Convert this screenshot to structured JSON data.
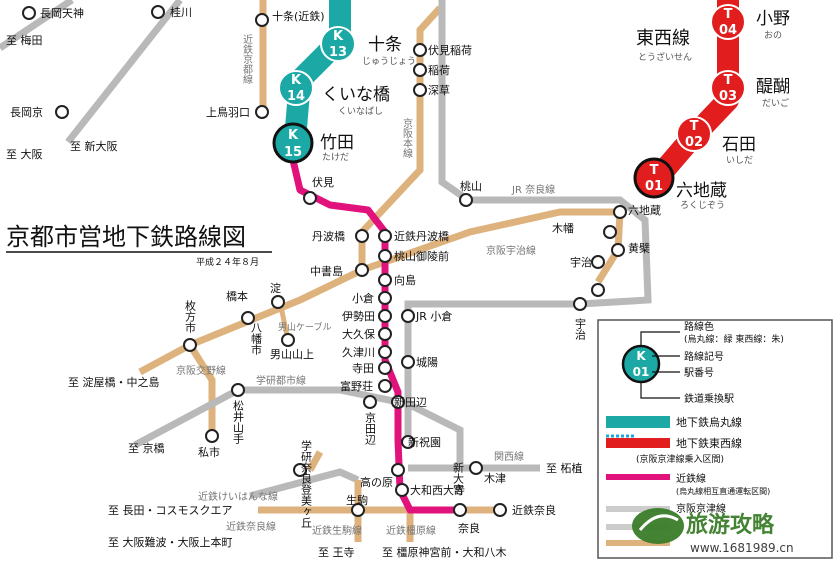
{
  "title": "京都市営地下鉄路線図",
  "date": "平成２４年８月",
  "colors": {
    "karasuma": "#1ca9a6",
    "tozai": "#e21d1d",
    "kintetsu": "#e2127d",
    "jr": "#b9b9b9",
    "keihan": "#deb27c"
  },
  "karasuma_stations": [
    {
      "code": "K",
      "num": "13",
      "name": "十条",
      "reading": "じゅうじょう"
    },
    {
      "code": "K",
      "num": "14",
      "name": "くいな橋",
      "reading": "くいなばし"
    },
    {
      "code": "K",
      "num": "15",
      "name": "竹田",
      "reading": "たけだ"
    }
  ],
  "tozai_line": {
    "name": "東西線",
    "reading": "とうざいせん"
  },
  "tozai_stations": [
    {
      "code": "T",
      "num": "04",
      "name": "小野",
      "reading": "おの"
    },
    {
      "code": "T",
      "num": "03",
      "name": "醍醐",
      "reading": "だいご"
    },
    {
      "code": "T",
      "num": "02",
      "name": "石田",
      "reading": "いしだ"
    },
    {
      "code": "T",
      "num": "01",
      "name": "六地蔵",
      "reading": "ろくじぞう"
    }
  ],
  "stations": {
    "nagaoka_tenjin": "長岡天神",
    "katsuragawa": "桂川",
    "to_umeda": "至 梅田",
    "nagaokakyo": "長岡京",
    "to_osaka": "至 大阪",
    "to_shin_osaka": "至 新大阪",
    "jujo_kintetsu": "十条(近鉄)",
    "kamitoba": "上鳥羽口",
    "fushimi_inari": "伏見稲荷",
    "inari": "稲荷",
    "fukakusa": "深草",
    "fushimi": "伏見",
    "momoyama": "桃山",
    "tambabashi": "丹波橋",
    "kintetsu_tambabashi": "近鉄丹波橋",
    "momoyama_goryomae": "桃山御陵前",
    "chushojima": "中書島",
    "mukaijima": "向島",
    "yodo": "淀",
    "hashimoto": "橋本",
    "hirakatashi": "枚方市",
    "yawatashi": "八幡市",
    "otokoyamayamaue": "男山山上",
    "ogura": "小倉",
    "iseda": "伊勢田",
    "okubo": "大久保",
    "kutsukawa": "久津川",
    "terada": "寺田",
    "tonoshou": "富野荘",
    "jr_ogura": "JR 小倉",
    "joyo": "城陽",
    "shin_tanabe": "新田辺",
    "kyotanabe": "京田辺",
    "kyo_rokujizo": "六地蔵",
    "obaku": "黄檗",
    "kohata": "木幡",
    "uji_keihan": "宇治",
    "uji_jr": "宇治",
    "kisaichi": "私市",
    "matsuiyamate": "松井山手",
    "gakken": "学研奈良登美ヶ丘",
    "shin_hosono": "新祝園",
    "komahara": "高の原",
    "yamato_saidaiji": "大和西大寺",
    "shin_omiya": "新大宮",
    "kizu": "木津",
    "ikoma": "生駒",
    "kintetsu_nara": "近鉄奈良",
    "nara": "奈良",
    "to_yodoyabashi": "至 淀屋橋・中之島",
    "to_kyobashi": "至 京橋",
    "to_nagata": "至 長田・コスモスクエア",
    "to_osaka_namba": "至 大阪難波・大阪上本町",
    "to_oji": "至 王寺",
    "to_kashihara": "至 橿原神宮前・大和八木",
    "to_tsuge": "至 柘植"
  },
  "line_labels": {
    "kintetsu_kyoto": "近鉄京都線",
    "keihan_main": "京阪本線",
    "jr_nara": "JR 奈良線",
    "keihan_uji": "京阪宇治線",
    "otokoyama_cable": "男山ケーブル",
    "keihan_katano": "京阪交野線",
    "gakkentoshi": "学研都市線",
    "kansai": "関西線",
    "kintetsu_keihanna": "近鉄けいはんな線",
    "kintetsu_nara_line": "近鉄奈良線",
    "kintetsu_ikoma": "近鉄生駒線",
    "kintetsu_kashihara": "近鉄橿原線"
  },
  "legend": {
    "line_color": "路線色",
    "line_color_note": "(烏丸線：緑 東西線：朱)",
    "line_symbol": "路線記号",
    "station_number": "駅番号",
    "transfer": "鉄道乗換駅",
    "sample_code": "K",
    "sample_num": "01",
    "karasuma": "地下鉄烏丸線",
    "tozai": "地下鉄東西線",
    "tozai_note": "(京阪京津線乗入区間)",
    "kintetsu": "近鉄線",
    "kintetsu_note": "(烏丸線相互直通運転区間)",
    "keihan": "京阪京津線"
  },
  "watermark": {
    "name": "旅游攻略",
    "url": "www.1681989.cn"
  }
}
